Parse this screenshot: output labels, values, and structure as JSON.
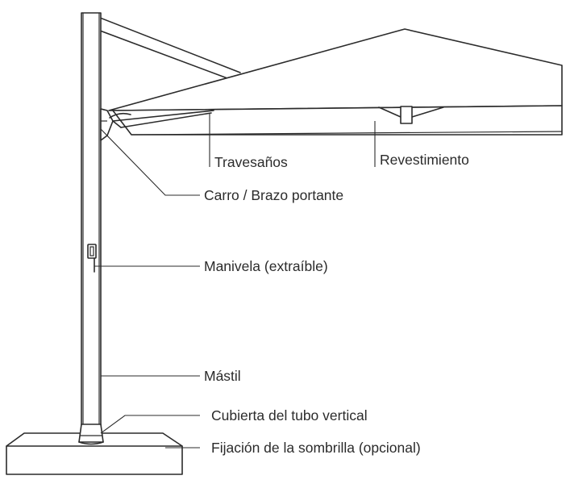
{
  "labels": {
    "crossbars": "Travesaños",
    "canopy": "Revestimiento",
    "carriage_arm": "Carro / Brazo portante",
    "crank": "Manivela (extraíble)",
    "mast": "Mástil",
    "tube_cover": "Cubierta del tubo vertical",
    "umbrella_base": "Fijación de la sombrilla (opcional)"
  }
}
